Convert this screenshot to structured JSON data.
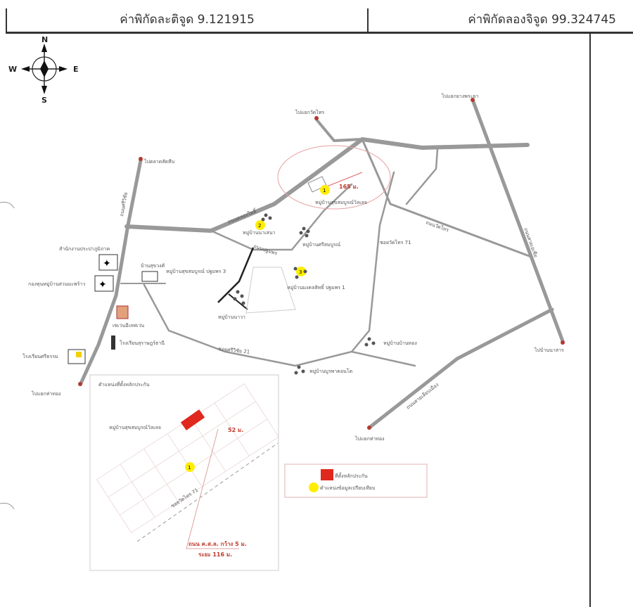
{
  "header": {
    "latitude_label": "ค่าพิกัดละติจูด 9.121915",
    "longitude_label": "ค่าพิกัดลองจิจูด 99.324745"
  },
  "compass": {
    "n": "N",
    "s": "S",
    "e": "E",
    "w": "W"
  },
  "map": {
    "to_tha_sathon": "ไปตลาดสัตหีบ",
    "to_wat_sai": "ไปแยกวัดไทร",
    "to_ban_phraya": "ไปแยกยางพระยา",
    "to_ban_na": "ไปบ้านนาสาร",
    "to_tha_kham_left": "ไปแยกท่าทอง",
    "to_tha_kham_bottom": "ไปแยกท่าทอง",
    "road_bangkaew": "ถนนศรีวิชัย",
    "road_khok_pho": "ถนนคลองโพธิ์",
    "road_pattana": "ถนนปฐมพร",
    "road_wat_sai": "ถนนวัดไทร",
    "road_wat_sai_71": "ซอยวัดไทร 71",
    "road_sriwichai_21": "ซอยศรีวิชัย 21",
    "road_east": "ถนนสายเอเชีย",
    "road_south": "ถนนสายเลียบเมือง",
    "village_1": "หมู่บ้านสุขสมบูรณ์วิลเลจ",
    "village_2": "หมู่บ้านนาเสนา",
    "village_3": "หมู่บ้านมงคลสิทธิ์ ปฐมพร 1",
    "village_sri": "หมู่บ้านศรีสมบูรณ์",
    "village_pattana": "หมู่บ้านสุขสมบูรณ์ ปฐมพร 3",
    "village_nawa": "หมู่บ้านนาวา",
    "village_ban_thong": "หมู่บ้านบ้านทอง",
    "village_south": "หมู่บ้านบูรพาคอนโด",
    "house_label": "บ้านสุขวงศ์",
    "office_1": "สำนักงานประปาภูมิภาค",
    "office_2": "กองทุนหมู่บ้านสวนมะพร้าว",
    "store": "เซเว่นอีเลฟเว่น",
    "school": "โรงเรียนสุราษฎร์ธานี",
    "temple_school": "โรงเรียนศรีธรรม",
    "distance_main": "165 ม.",
    "marker_1": "1",
    "marker_2": "2",
    "marker_3": "3"
  },
  "inset": {
    "title": "ตำแหน่งที่ตั้งหลักประกัน",
    "village": "หมู่บ้านสุขสมบูรณ์วิลเลจ",
    "distance": "52 ม.",
    "soi": "ซอยวัดไทร 71",
    "road_width": "ถนน ค.ส.ล. กว้าง 5 ม.",
    "road_length": "ระยะ 116 ม.",
    "marker": "1"
  },
  "legend": {
    "collateral": "ที่ตั้งหลักประกัน",
    "comparable": "ตำแหน่งข้อมูลเปรียบเทียบ",
    "collateral_color": "#e0281e",
    "comparable_color": "#ffee00"
  }
}
